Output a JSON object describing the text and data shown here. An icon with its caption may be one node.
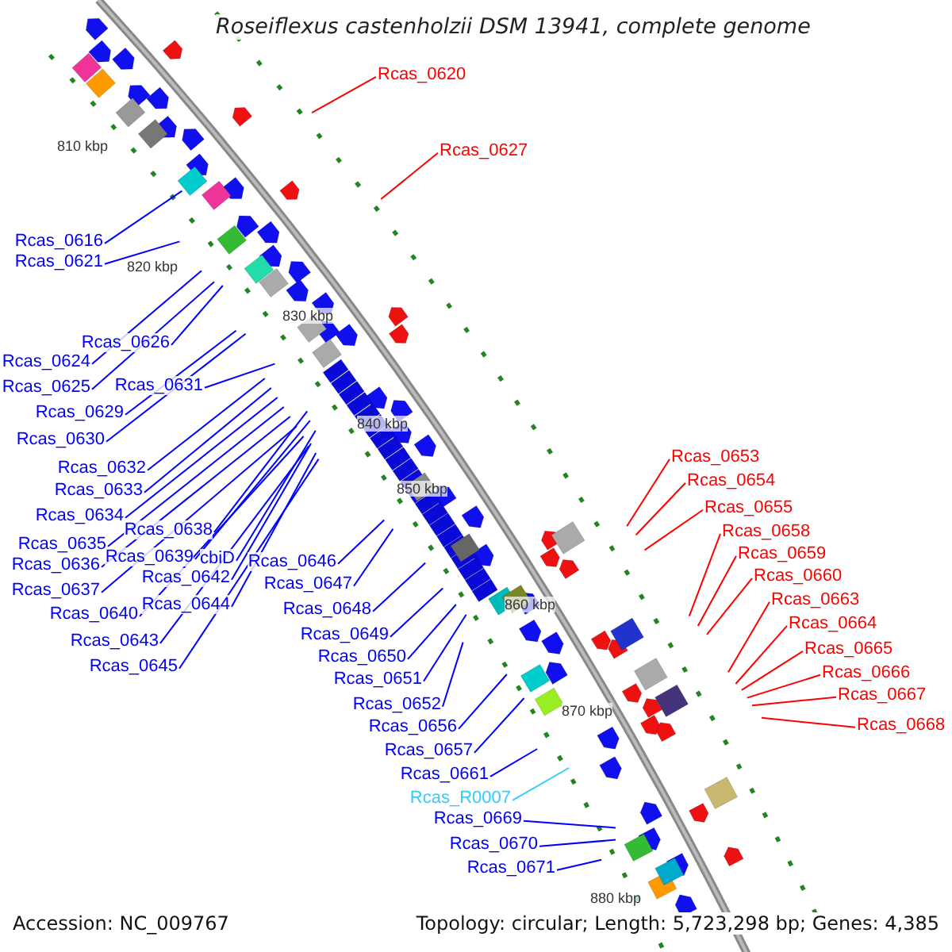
{
  "diagram": {
    "title": "Roseiflexus castenholzii DSM 13941, complete genome",
    "nodes": [
      {
        "text": [
          "Rcas_0620"
        ]
      },
      {
        "text": [
          "Rcas_0627"
        ]
      },
      {
        "text": [
          "Rcas_0616"
        ]
      },
      {
        "text": [
          "Rcas_0621"
        ]
      },
      {
        "text": [
          "Rcas_0626"
        ]
      },
      {
        "text": [
          "Rcas_0624"
        ]
      },
      {
        "text": [
          "Rcas_0625"
        ]
      },
      {
        "text": [
          "Rcas_0631"
        ]
      },
      {
        "text": [
          "Rcas_0629"
        ]
      },
      {
        "text": [
          "Rcas_0630"
        ]
      },
      {
        "text": [
          "Rcas_0653"
        ]
      },
      {
        "text": [
          "Rcas_0632"
        ]
      },
      {
        "text": [
          "Rcas_0654"
        ]
      },
      {
        "text": [
          "Rcas_0633"
        ]
      },
      {
        "text": [
          "Rcas_0655"
        ]
      },
      {
        "text": [
          "Rcas_0634"
        ]
      },
      {
        "text": [
          "Rcas_0638"
        ]
      },
      {
        "text": [
          "Rcas_0658"
        ]
      },
      {
        "text": [
          "Rcas_0635"
        ]
      },
      {
        "text": [
          "Rcas_0659"
        ]
      },
      {
        "text": [
          "Rcas_0639"
        ]
      },
      {
        "text": [
          "cbiD"
        ]
      },
      {
        "text": [
          "Rcas_0646"
        ]
      },
      {
        "text": [
          "Rcas_0636"
        ]
      },
      {
        "text": [
          "Rcas_0660"
        ]
      },
      {
        "text": [
          "Rcas_0642"
        ]
      },
      {
        "text": [
          "Rcas_0647"
        ]
      },
      {
        "text": [
          "Rcas_0637"
        ]
      },
      {
        "text": [
          "Rcas_0663"
        ]
      },
      {
        "text": [
          "Rcas_0644"
        ]
      },
      {
        "text": [
          "Rcas_0648"
        ]
      },
      {
        "text": [
          "Rcas_0640"
        ]
      },
      {
        "text": [
          "Rcas_0664"
        ]
      },
      {
        "text": [
          "Rcas_0649"
        ]
      },
      {
        "text": [
          "Rcas_0643"
        ]
      },
      {
        "text": [
          "Rcas_0665"
        ]
      },
      {
        "text": [
          "Rcas_0650"
        ]
      },
      {
        "text": [
          "Rcas_0645"
        ]
      },
      {
        "text": [
          "Rcas_0666"
        ]
      },
      {
        "text": [
          "Rcas_0651"
        ]
      },
      {
        "text": [
          "Rcas_0667"
        ]
      },
      {
        "text": [
          "Rcas_0652"
        ]
      },
      {
        "text": [
          "Rcas_0668"
        ]
      },
      {
        "text": [
          "Rcas_0656"
        ]
      },
      {
        "text": [
          "Rcas_0657"
        ]
      },
      {
        "text": [
          "Rcas_0661"
        ]
      },
      {
        "text": [
          "Rcas_R0007"
        ]
      },
      {
        "text": [
          "Rcas_0669"
        ]
      },
      {
        "text": [
          "Rcas_0670"
        ]
      },
      {
        "text": [
          "Rcas_0671"
        ]
      }
    ],
    "edges": [
      {
        "from": 0,
        "to": null,
        "arrow": "none",
        "color": "#ff0000"
      },
      {
        "from": 1,
        "to": null,
        "arrow": "none",
        "color": "#ff0000"
      },
      {
        "from": 2,
        "to": null,
        "arrow": "none"
      },
      {
        "from": 3,
        "to": null,
        "arrow": "none"
      },
      {
        "from": 4,
        "to": null,
        "arrow": "none"
      },
      {
        "from": 5,
        "to": null,
        "arrow": "none"
      },
      {
        "from": 6,
        "to": null,
        "arrow": "none"
      },
      {
        "from": 7,
        "to": null,
        "arrow": "none"
      },
      {
        "from": 8,
        "to": null,
        "arrow": "none"
      },
      {
        "from": 9,
        "to": null,
        "arrow": "none"
      },
      {
        "from": 10,
        "to": null,
        "arrow": "none",
        "color": "#ff0000"
      },
      {
        "from": 11,
        "to": null,
        "arrow": "none"
      },
      {
        "from": 12,
        "to": null,
        "arrow": "none",
        "color": "#ff0000"
      },
      {
        "from": 13,
        "to": null,
        "arrow": "none"
      },
      {
        "from": 14,
        "to": null,
        "arrow": "none",
        "color": "#ff0000"
      },
      {
        "from": 15,
        "to": null,
        "arrow": "none"
      },
      {
        "from": 16,
        "to": null,
        "arrow": "none"
      },
      {
        "from": 17,
        "to": null,
        "arrow": "none",
        "color": "#ff0000"
      },
      {
        "from": 18,
        "to": null,
        "arrow": "none"
      },
      {
        "from": 19,
        "to": null,
        "arrow": "none",
        "color": "#ff0000"
      },
      {
        "from": 20,
        "to": null,
        "arrow": "none"
      },
      {
        "from": 21,
        "to": null,
        "arrow": "none"
      },
      {
        "from": 22,
        "to": null,
        "arrow": "none"
      },
      {
        "from": 23,
        "to": null,
        "arrow": "none"
      },
      {
        "from": 24,
        "to": null,
        "arrow": "none",
        "color": "#ff0000"
      },
      {
        "from": 25,
        "to": null,
        "arrow": "none"
      },
      {
        "from": 26,
        "to": null,
        "arrow": "none"
      },
      {
        "from": 27,
        "to": null,
        "arrow": "none"
      },
      {
        "from": 28,
        "to": null,
        "arrow": "none",
        "color": "#ff0000"
      },
      {
        "from": 29,
        "to": null,
        "arrow": "none"
      },
      {
        "from": 30,
        "to": null,
        "arrow": "none"
      },
      {
        "from": 31,
        "to": null,
        "arrow": "none"
      },
      {
        "from": 32,
        "to": null,
        "arrow": "none",
        "color": "#ff0000"
      },
      {
        "from": 33,
        "to": null,
        "arrow": "none"
      },
      {
        "from": 34,
        "to": null,
        "arrow": "none"
      },
      {
        "from": 35,
        "to": null,
        "arrow": "none",
        "color": "#ff0000"
      },
      {
        "from": 36,
        "to": null,
        "arrow": "none"
      },
      {
        "from": 37,
        "to": null,
        "arrow": "none"
      },
      {
        "from": 38,
        "to": null,
        "arrow": "none",
        "color": "#ff0000"
      },
      {
        "from": 39,
        "to": null,
        "arrow": "none"
      },
      {
        "from": 40,
        "to": null,
        "arrow": "none",
        "color": "#ff0000"
      },
      {
        "from": 41,
        "to": null,
        "arrow": "none"
      },
      {
        "from": 42,
        "to": null,
        "arrow": "none",
        "color": "#ff0000"
      },
      {
        "from": 43,
        "to": null,
        "arrow": "none"
      },
      {
        "from": 44,
        "to": null,
        "arrow": "none"
      },
      {
        "from": 45,
        "to": null,
        "arrow": "none"
      },
      {
        "from": 46,
        "to": null,
        "arrow": "none",
        "color": "#33ccff"
      },
      {
        "from": 47,
        "to": null,
        "arrow": "none"
      },
      {
        "from": 48,
        "to": null,
        "arrow": "none"
      },
      {
        "from": 49,
        "to": null,
        "arrow": "none"
      }
    ],
    "labels": [
      "810 kbp",
      "820 kbp",
      "830 kbp",
      "840 kbp",
      "850 kbp",
      "860 kbp",
      "870 kbp",
      "880 kbp",
      "Accession: NC_009767",
      "Topology: circular; Length: 5,723,298 bp; Genes: 4,385"
    ]
  }
}
